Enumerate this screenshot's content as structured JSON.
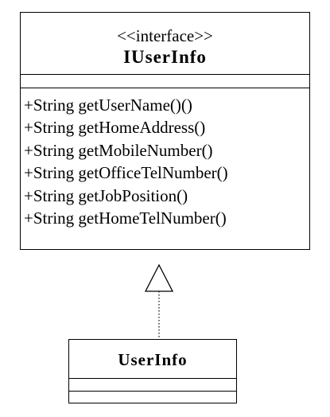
{
  "interface": {
    "stereotype": "<<interface>>",
    "name": "IUserInfo",
    "operations": [
      "+String getUserName()()",
      "+String getHomeAddress()",
      "+String getMobileNumber()",
      "+String getOfficeTelNumber()",
      "+String getJobPosition()",
      "+String getHomeTelNumber()"
    ]
  },
  "implementation": {
    "name": "UserInfo"
  },
  "relationship": {
    "type": "realization",
    "from": "UserInfo",
    "to": "IUserInfo"
  }
}
